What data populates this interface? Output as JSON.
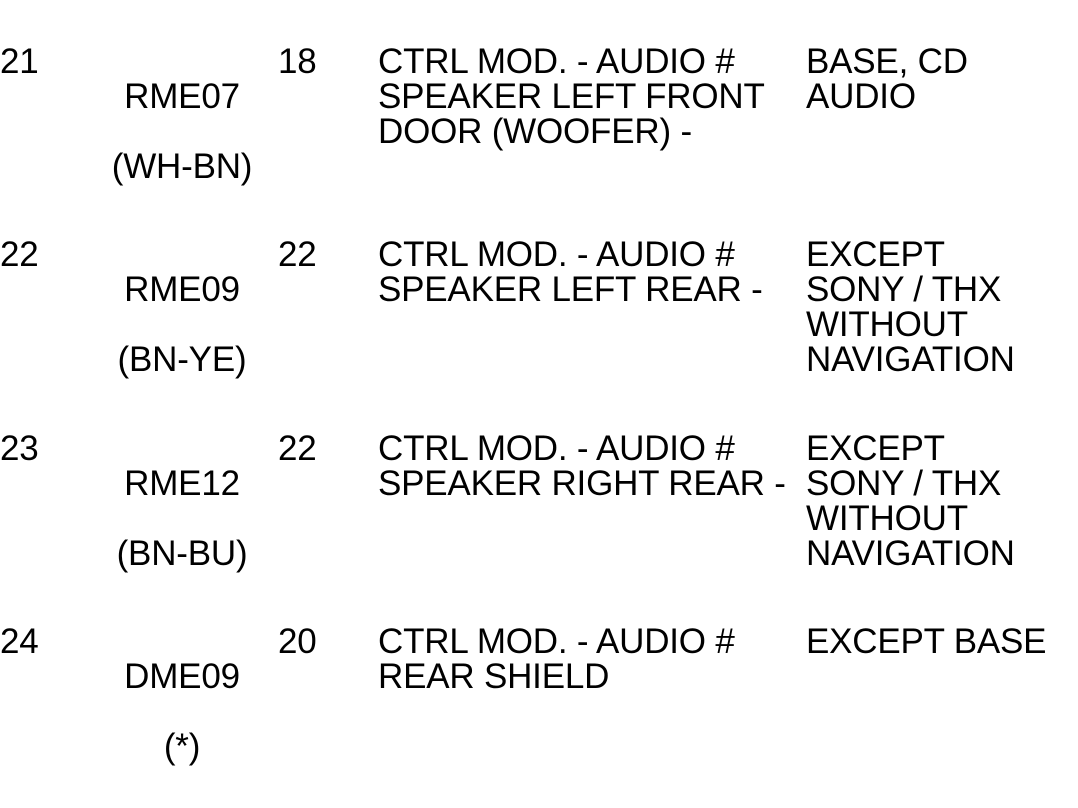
{
  "document": {
    "type": "wiring-connector-pin-table",
    "background_color": "#ffffff",
    "text_color": "#000000",
    "columns": [
      "pin",
      "wire",
      "gauge",
      "description",
      "notes"
    ]
  },
  "rows": [
    {
      "pin": "21",
      "wire_code": "RME07",
      "wire_color": "(WH-BN)",
      "gauge": "18",
      "description": "CTRL MOD. - AUDIO #\nSPEAKER LEFT FRONT\nDOOR (WOOFER) -",
      "notes": "BASE, CD\nAUDIO"
    },
    {
      "pin": "22",
      "wire_code": "RME09",
      "wire_color": "(BN-YE)",
      "gauge": "22",
      "description": "CTRL MOD. - AUDIO #\nSPEAKER LEFT REAR -",
      "notes": "EXCEPT\nSONY / THX\nWITHOUT\nNAVIGATION"
    },
    {
      "pin": "23",
      "wire_code": "RME12",
      "wire_color": "(BN-BU)",
      "gauge": "22",
      "description": "CTRL MOD. - AUDIO #\nSPEAKER RIGHT REAR -",
      "notes": "EXCEPT\nSONY / THX\nWITHOUT\nNAVIGATION"
    },
    {
      "pin": "24",
      "wire_code": "DME09",
      "wire_color": "(*)",
      "gauge": "20",
      "description": "CTRL MOD. - AUDIO #\nREAR SHIELD",
      "notes": "EXCEPT BASE"
    }
  ]
}
